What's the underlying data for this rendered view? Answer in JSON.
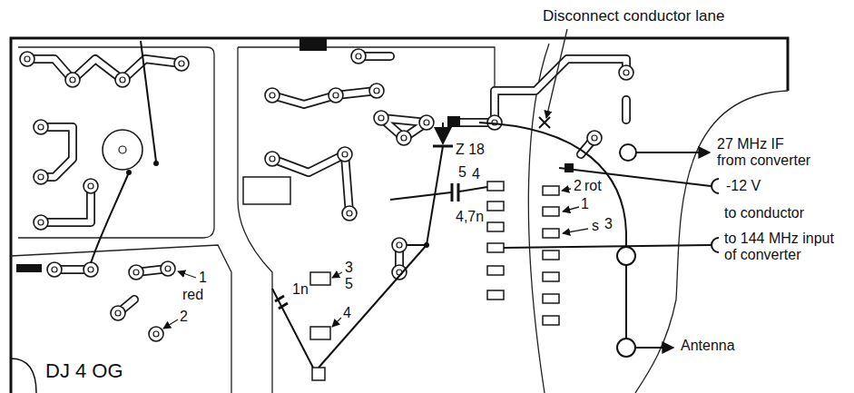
{
  "diagram": {
    "labels": [
      "Disconnect conductor lane",
      "27 MHz IF from converter",
      "-12 V",
      "to conductor",
      "Z 18",
      "5",
      "4",
      "2",
      "rot",
      "1",
      "s",
      "3",
      "to 144 MHz input of converter",
      "4,7n",
      "Antenna",
      "1",
      "red",
      "2",
      "1n",
      "3",
      "5",
      "4",
      "DJ 4 OG"
    ]
  }
}
